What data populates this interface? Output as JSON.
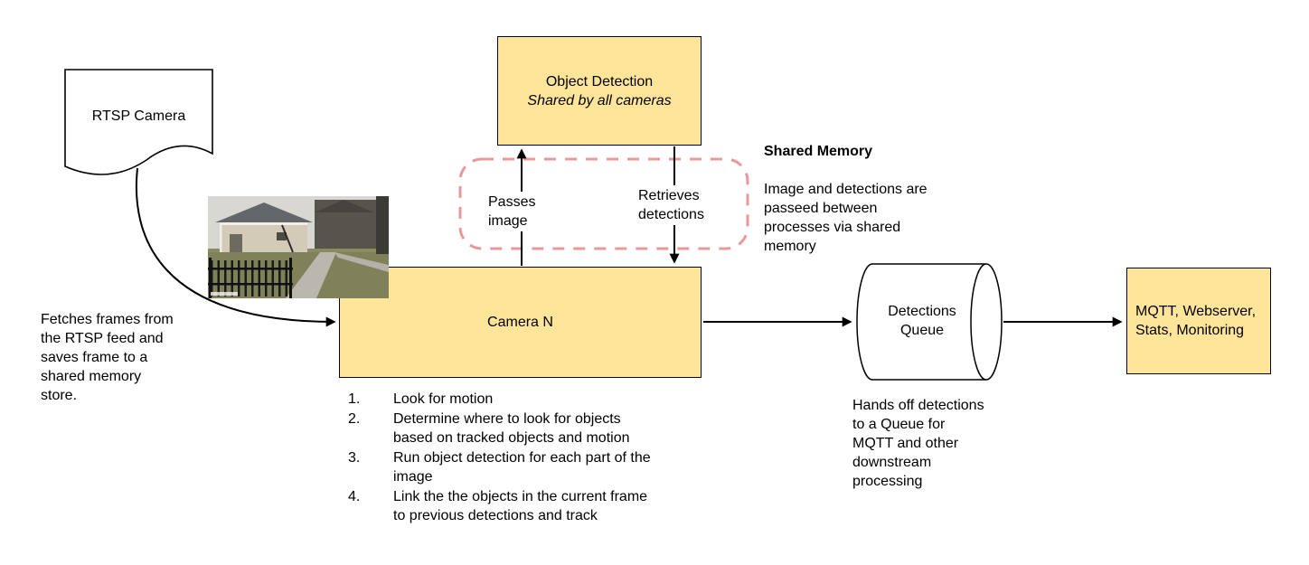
{
  "colors": {
    "node_fill": "#FFE599",
    "node_border": "#000000",
    "shared_memory_dash": "#EA9999",
    "line": "#000000"
  },
  "nodes": {
    "rtsp_camera": {
      "label": "RTSP Camera"
    },
    "object_detection": {
      "title": "Object Detection",
      "subtitle": "Shared by all cameras"
    },
    "camera_n": {
      "label": "Camera N"
    },
    "detections_queue": {
      "label": "Detections\nQueue"
    },
    "outputs": {
      "label": "MQTT, Webserver,\nStats, Monitoring"
    }
  },
  "edge_labels": {
    "passes_image": "Passes\nimage",
    "retrieves_detections": "Retrieves\ndetections"
  },
  "annotations": {
    "shared_memory_title": "Shared Memory",
    "shared_memory_body": "Image and detections are\npasseed between\nprocesses via shared\nmemory",
    "fetch_frames": "Fetches frames from\nthe RTSP feed and\nsaves frame to a\nshared memory\nstore.",
    "hands_off": "Hands off detections\nto a Queue for\nMQTT and other\ndownstream\nprocessing",
    "camera_steps": [
      "Look for motion",
      "Determine where to look for objects\nbased on tracked objects and motion",
      "Run object detection for each part of the\nimage",
      "Link the the objects in the current frame\nto previous detections and track"
    ]
  }
}
